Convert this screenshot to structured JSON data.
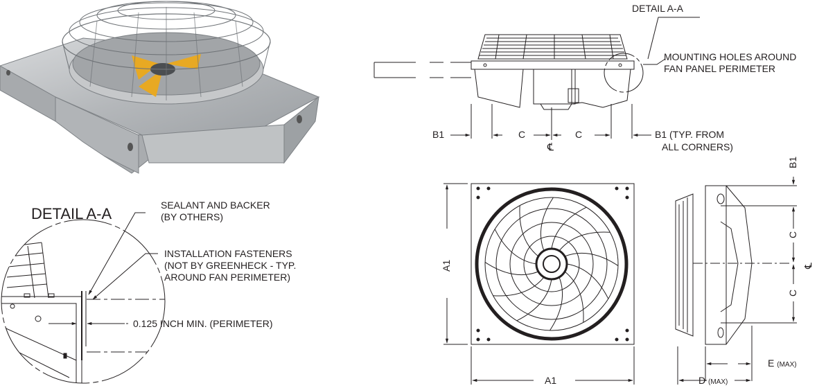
{
  "labels": {
    "detail_title": "DETAIL A-A",
    "detail_callout": "DETAIL A-A",
    "sealant_line1": "SEALANT AND BACKER",
    "sealant_line2": "(BY OTHERS)",
    "fasteners_line1": "INSTALLATION FASTENERS",
    "fasteners_line2": "(NOT BY GREENHECK - TYP.",
    "fasteners_line3": "AROUND FAN PERIMETER)",
    "clearance": "0.125 INCH MIN. (PERIMETER)",
    "mounting_line1": "MOUNTING HOLES AROUND",
    "mounting_line2": "FAN PANEL PERIMETER",
    "b1": "B1",
    "b1_typ_line1": "B1 (TYP. FROM",
    "b1_typ_line2": "ALL CORNERS)",
    "c": "C",
    "centerline": "℄",
    "a1": "A1",
    "e": "E",
    "d": "D",
    "max": "(MAX)"
  },
  "colors": {
    "line": "#231f20",
    "metal": "#b9bcbf",
    "metal_dark": "#8a8e92",
    "motor_yellow": "#e8a923"
  }
}
